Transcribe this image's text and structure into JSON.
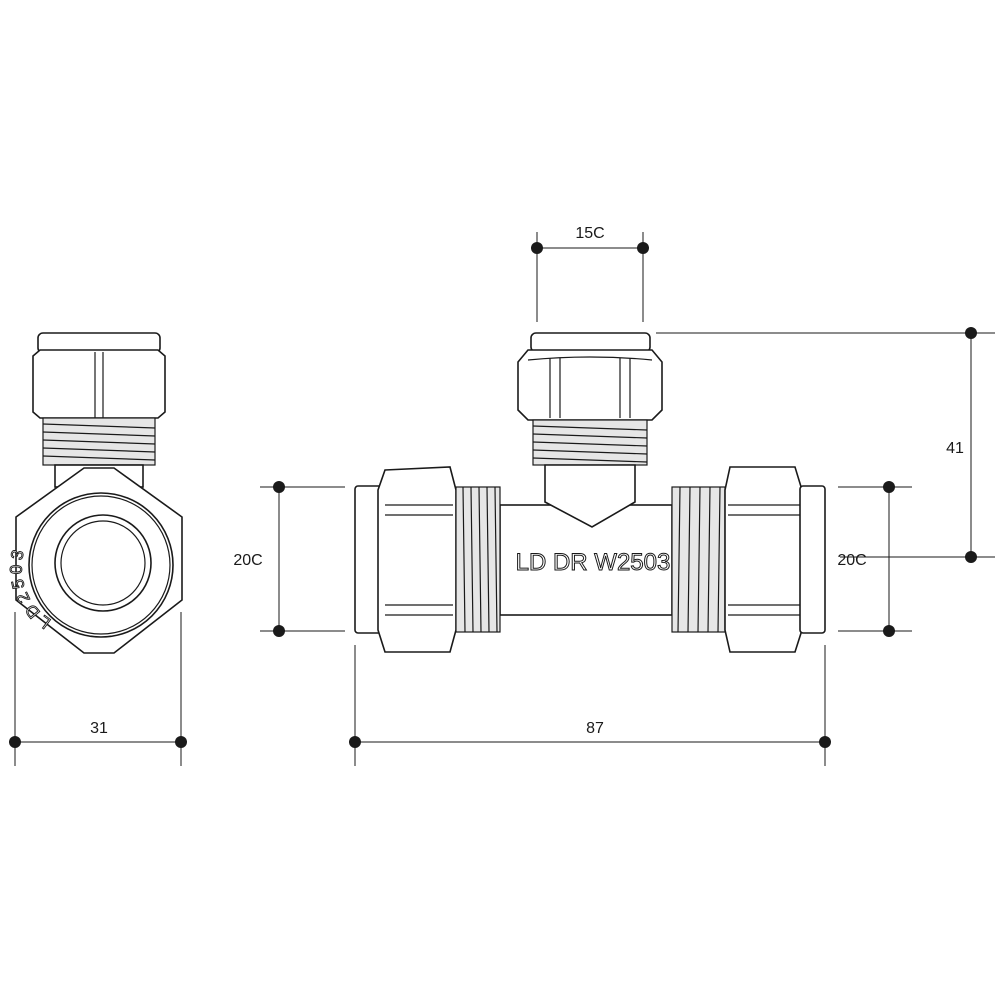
{
  "drawing": {
    "end_view": {
      "marking": "LD2503",
      "width_label": "31"
    },
    "tee_view": {
      "marking": "LD DR W2503",
      "branch_size_label": "15C",
      "height_label": "41",
      "left_size_label": "20C",
      "right_size_label": "20C",
      "length_label": "87"
    }
  }
}
